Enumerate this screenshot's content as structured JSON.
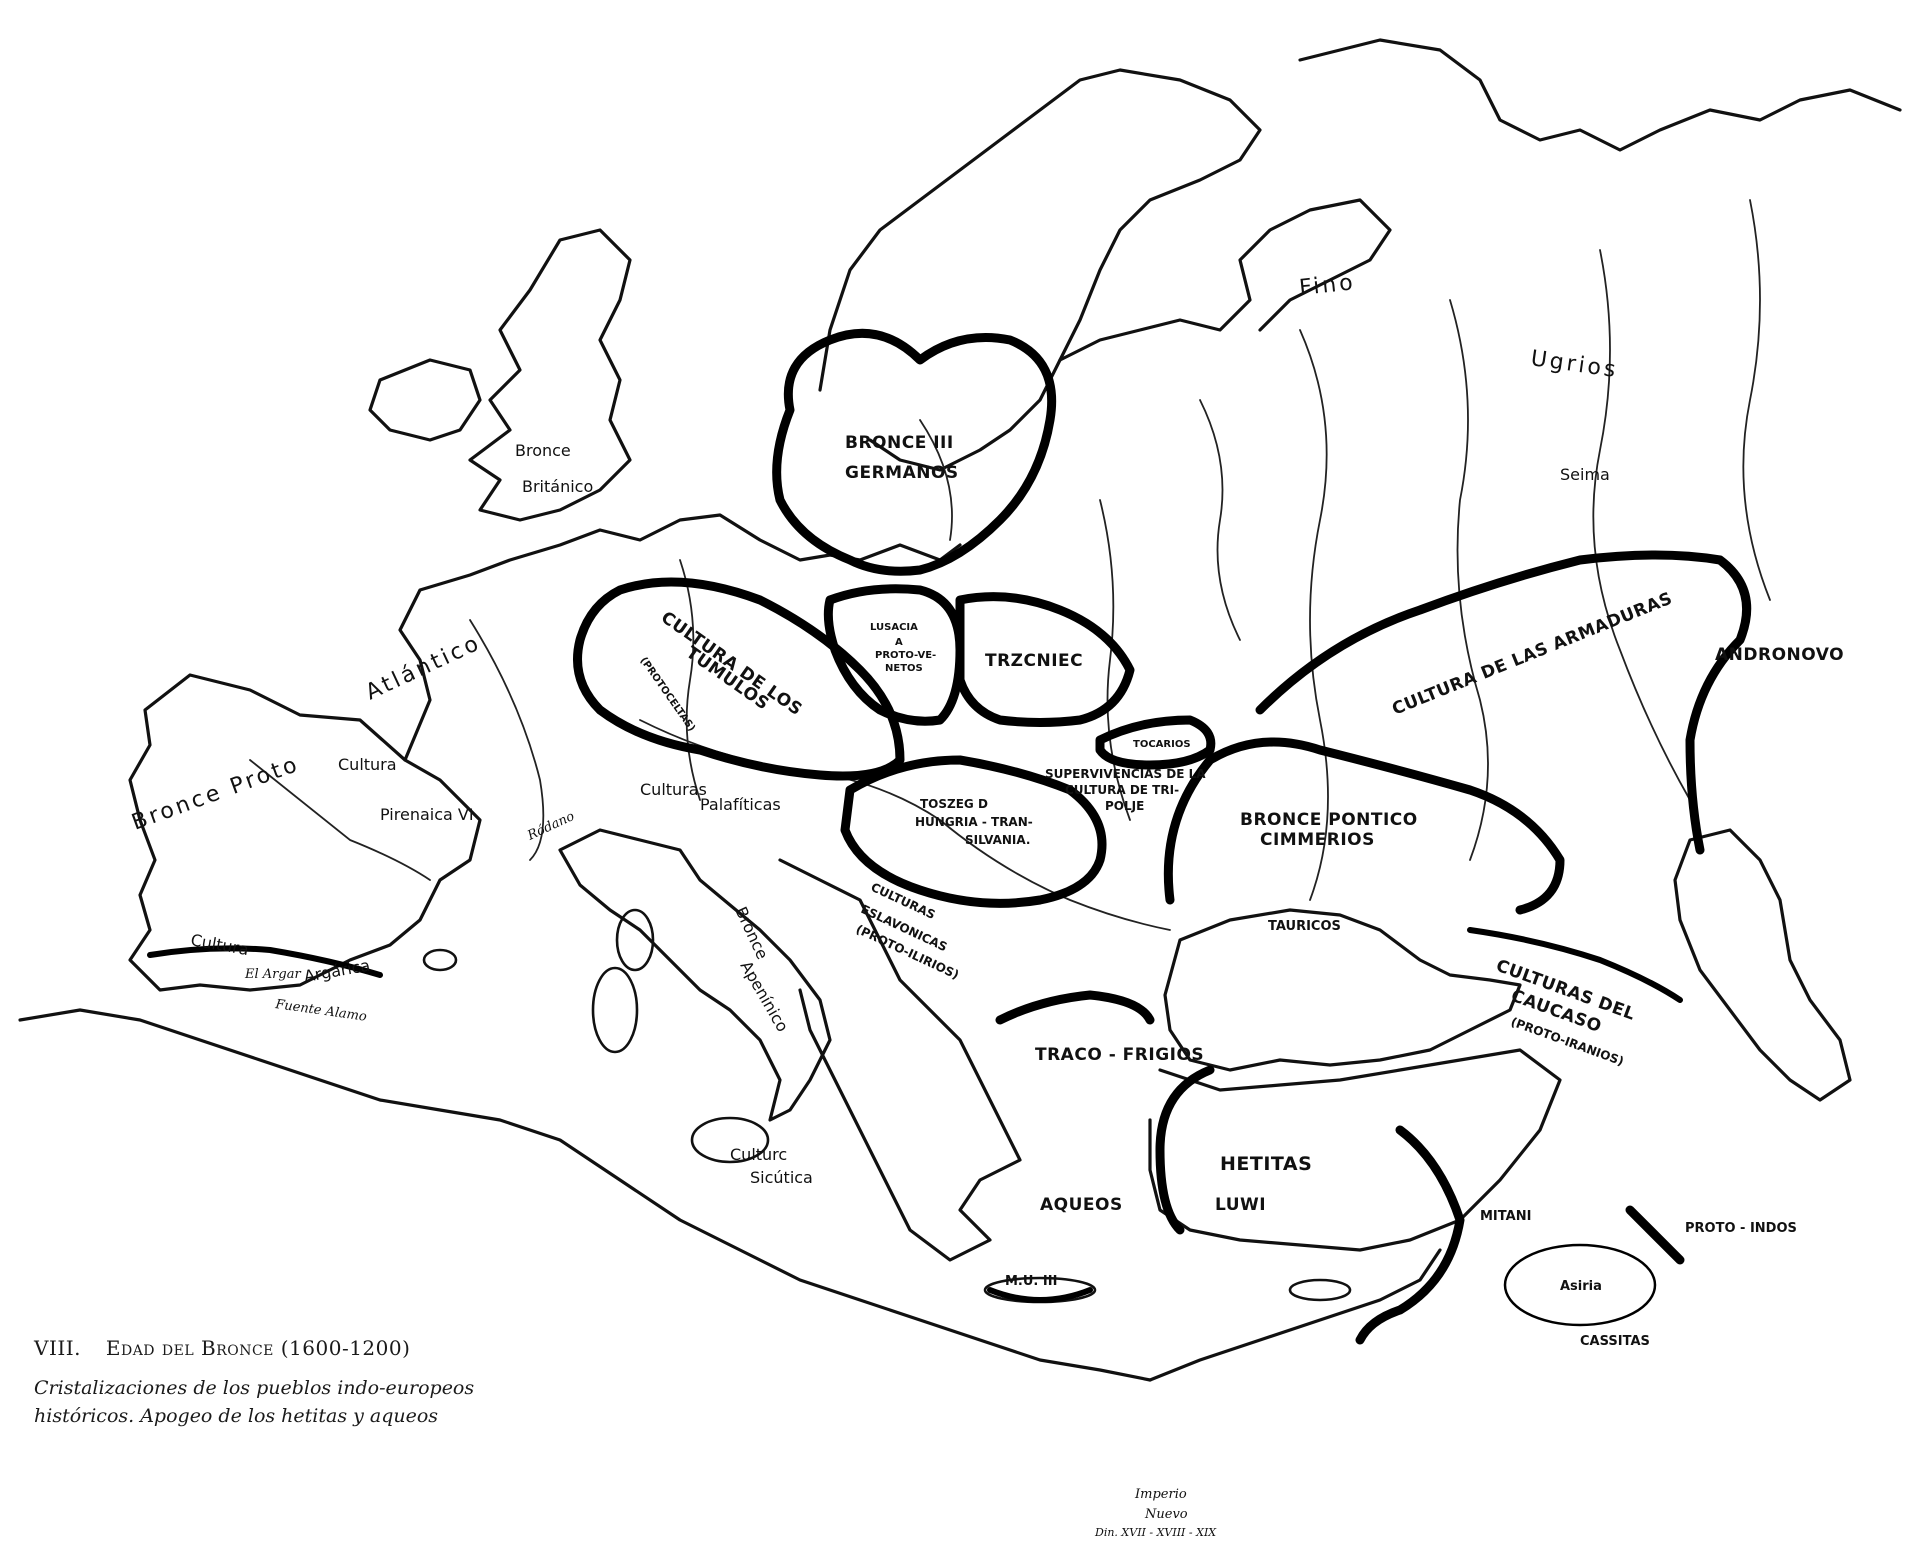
{
  "caption": {
    "number": "VIII.",
    "title": "Edad del Bronce (1600-1200)",
    "subtitle_line1": "Cristalizaciones de los pueblos indo-europeos",
    "subtitle_line2": "históricos. Apogeo de los hetitas y aqueos"
  },
  "labels": {
    "fino_ugrios_1": "Fino",
    "fino_ugrios_2": "Ugrios",
    "seima": "Seima",
    "bronce_britanico_1": "Bronce",
    "bronce_britanico_2": "Británico",
    "bronce_proto_atlantico_1": "Bronce Proto",
    "bronce_proto_atlantico_2": "Atlántico",
    "cultura_pirenaica_1": "Cultura",
    "cultura_pirenaica_2": "Pirenaica VI",
    "rodano": "Ródano",
    "culturas_palafiticas_1": "Culturas",
    "culturas_palafiticas_2": "Palafíticas",
    "cultura_argarica_1": "Cultura",
    "cultura_argarica_2": "Argárica",
    "el_argar": "El Argar",
    "fuente_alamo": "Fuente Alamo",
    "bronce_germanos_1": "BRONCE III",
    "bronce_germanos_2": "GERMANOS",
    "lusacia_1": "LUSACIA",
    "lusacia_2": "A",
    "lusacia_3": "PROTO-VE-",
    "lusacia_4": "NETOS",
    "trzciniec": "TRZCNIEC",
    "tumulos_1": "CULTURA DE LOS",
    "tumulos_2": "TUMULOS",
    "tumulos_3": "(PROTOCELTAS)",
    "tocarios": "TOCARIOS",
    "supervivencias_1": "SUPERVIVENCIAS DE LA",
    "supervivencias_2": "CULTURA DE TRI-",
    "supervivencias_3": "POLJE",
    "toszeg_1": "TOSZEG D",
    "toszeg_2": "HUNGRIA - TRAN-",
    "toszeg_3": "SILVANIA.",
    "eslavonicas_1": "CULTURAS",
    "eslavonicas_2": "ESLAVONICAS",
    "eslavonicas_3": "(PROTO-ILIRIOS)",
    "bronce_apeninico_1": "Bronce",
    "bronce_apeninico_2": "Apenínico",
    "cultura_sicutica_1": "Culturc",
    "cultura_sicutica_2": "Sicútica",
    "armaduras": "CULTURA DE LAS ARMADURAS",
    "andronovo": "ANDRONOVO",
    "bronce_pontico_1": "BRONCE PONTICO",
    "bronce_pontico_2": "CIMMERIOS",
    "tauricos": "TAURICOS",
    "caucaso_1": "CULTURAS DEL",
    "caucaso_2": "CAUCASO",
    "caucaso_3": "(PROTO-IRANIOS)",
    "tracofrigios": "TRACO - FRIGIOS",
    "hetitas": "HETITAS",
    "luwi": "LUWI",
    "aqueos": "AQUEOS",
    "mu": "M.U. III",
    "mitani": "MITANI",
    "proto_indos": "PROTO - INDOS",
    "asiria": "Asiria",
    "cassitas": "CASSITAS",
    "imperio_1": "Imperio",
    "imperio_2": "Nuevo",
    "imperio_3": "Din. XVII - XVIII - XIX"
  }
}
